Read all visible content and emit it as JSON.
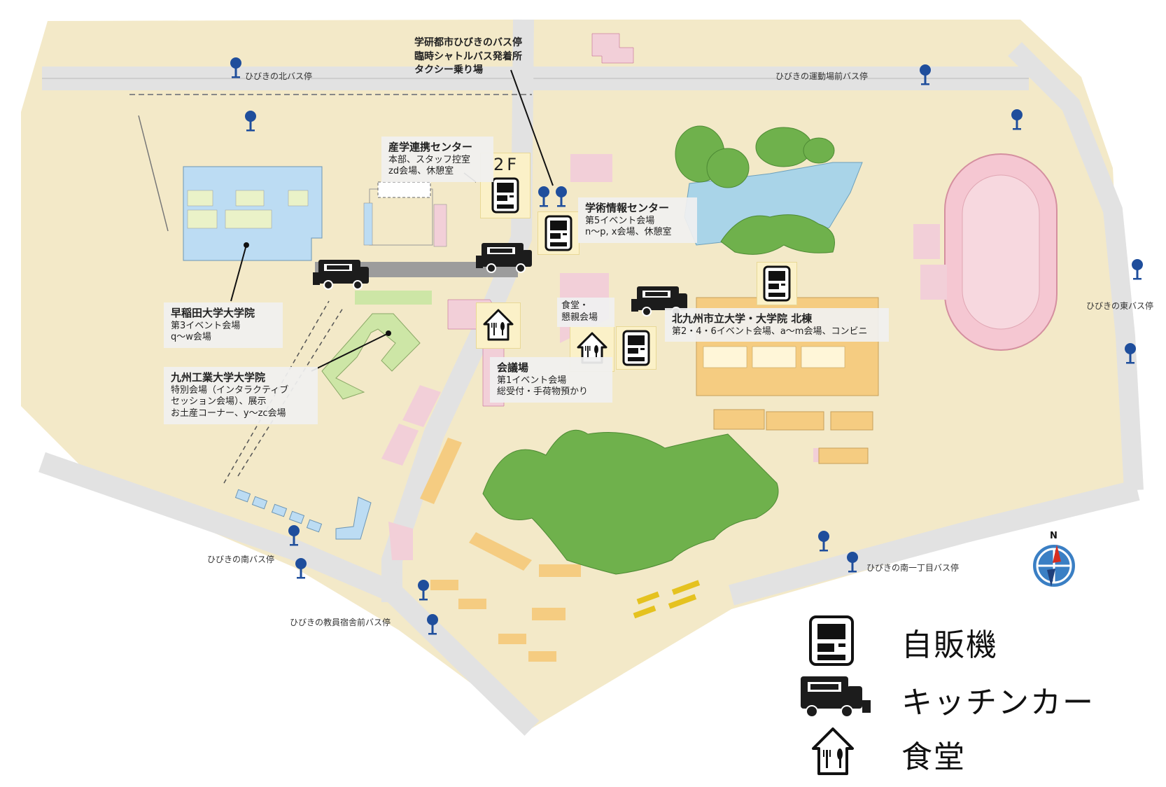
{
  "bus_stops": {
    "north": "ひびきの北バス停",
    "sports_ground": "ひびきの運動場前バス停",
    "east": "ひびきの東バス停",
    "south": "ひびきの南バス停",
    "teacher_housing": "ひびきの教員宿舎前バス停",
    "south_1chome": "ひびきの南一丁目バス停"
  },
  "transport_callout": {
    "line1": "学研都市ひびきのバス停",
    "line2": "臨時シャトルバス発着所",
    "line3": "タクシー乗り場"
  },
  "buildings": {
    "sangaku": {
      "title": "産学連携センター",
      "line1": "本部、スタッフ控室",
      "line2": "zd会場、休憩室",
      "floor": "2F"
    },
    "gakujutsu": {
      "title": "学術情報センター",
      "line1": "第5イベント会場",
      "line2": "n〜p, x会場、休憩室"
    },
    "waseda": {
      "title": "早稲田大学大学院",
      "line1": "第3イベント会場",
      "line2": "q〜w会場"
    },
    "kyushu": {
      "title": "九州工業大学大学院",
      "line1": "特別会場（インタラクティブ",
      "line2": "セッション会場）、展示",
      "line3": "お土産コーナー、y〜zc会場"
    },
    "shokudo": {
      "line1": "食堂・",
      "line2": "懇親会場"
    },
    "kaigijo": {
      "title": "会議場",
      "line1": "第1イベント会場",
      "line2": "総受付・手荷物預かり"
    },
    "kitakyushu": {
      "title": "北九州市立大学・大学院 北棟",
      "line1": "第2・4・6イベント会場、a〜m会場、コンビニ"
    }
  },
  "legend": {
    "vending": "自販機",
    "kitchen_car": "キッチンカー",
    "cafeteria": "食堂"
  },
  "compass": {
    "letter": "N"
  },
  "colors": {
    "background": "#f3e9c8",
    "road": "#e4e4e4",
    "green": "#6fb14c",
    "water": "#a9d4e8",
    "building_pink": "#f2cfd8",
    "building_orange": "#f5cc81",
    "building_blue": "#bcdcf3",
    "icon_badge": "#fbf1c8",
    "bus_pin": "#1f4e9c"
  }
}
